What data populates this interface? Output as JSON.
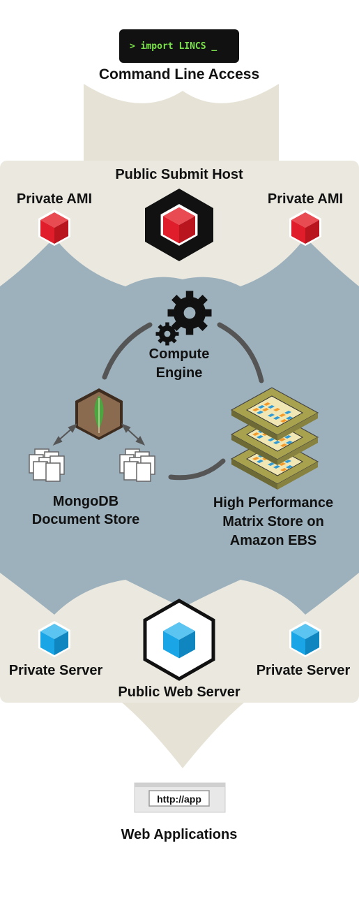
{
  "terminal": {
    "command": "> import LINCS _"
  },
  "labels": {
    "command_line_access": "Command Line Access",
    "public_submit_host": "Public Submit Host",
    "private_ami_left": "Private AMI",
    "private_ami_right": "Private AMI",
    "compute_engine_line1": "Compute",
    "compute_engine_line2": "Engine",
    "mongodb_line1": "MongoDB",
    "mongodb_line2": "Document Store",
    "matrix_line1": "High Performance",
    "matrix_line2": "Matrix Store on",
    "matrix_line3": "Amazon EBS",
    "private_server_left": "Private Server",
    "private_server_right": "Private Server",
    "public_web_server": "Public Web Server",
    "url": "http://app",
    "web_applications": "Web Applications"
  },
  "colors": {
    "panel_beige": "#ebe9df",
    "panel_blue": "#9db1bd",
    "upper_blob": "#e6e3d6",
    "cube_red": "#e01e2b",
    "cube_blue": "#1aa6e6",
    "terminal_bg": "#111111",
    "terminal_text": "#7be34a",
    "mongo_box": "#8a6b4f",
    "mongo_leaf": "#4aa73f",
    "chip_board": "#a8a24f",
    "chip_orange": "#f49a2a",
    "chip_blue": "#2f9ad6",
    "ring_gray": "#555555"
  },
  "icons": [
    "terminal-icon",
    "red-cube-icon",
    "blue-cube-icon",
    "gear-icon",
    "mongodb-icon",
    "document-stack-icon",
    "matrix-chip-icon",
    "browser-url-icon"
  ]
}
